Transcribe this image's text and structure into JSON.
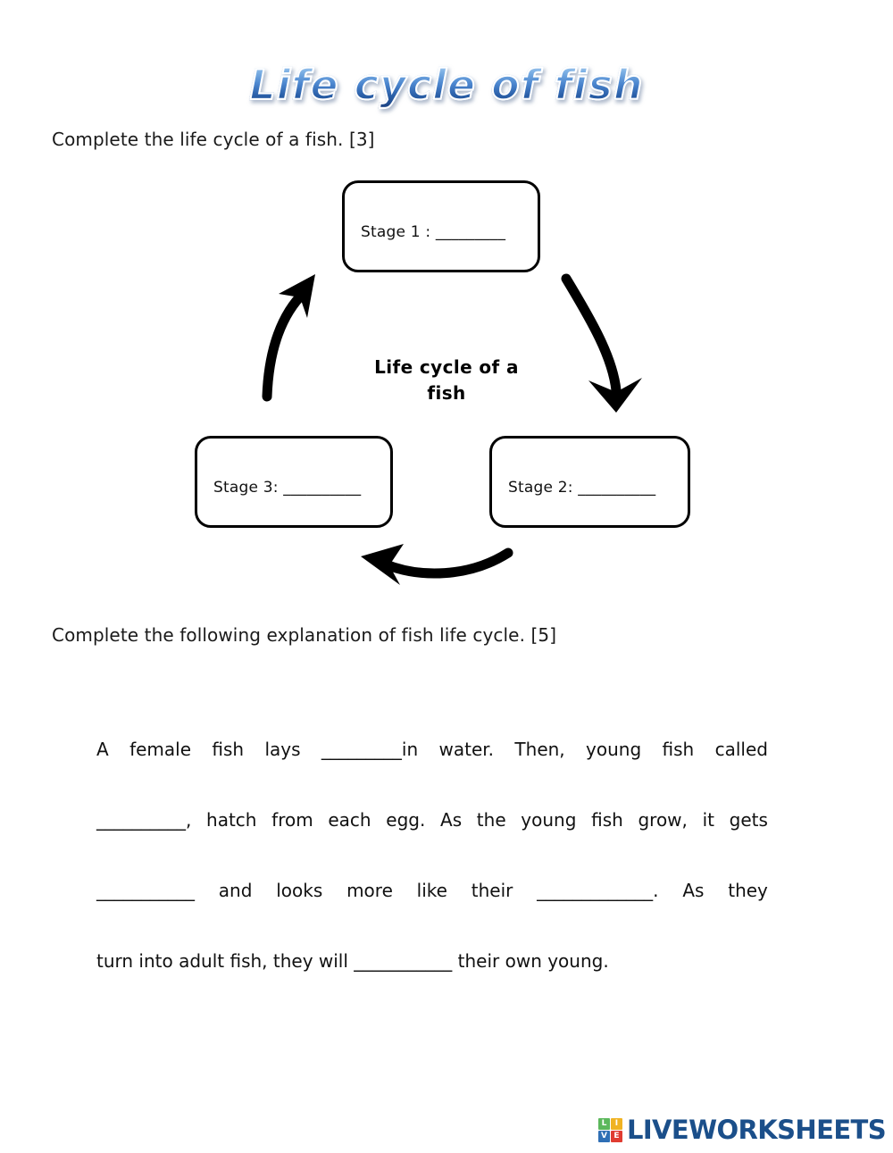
{
  "page": {
    "title": "Life cycle of fish",
    "background_color": "#ffffff"
  },
  "instructions": {
    "first": "Complete the life cycle of a fish. [3]",
    "second": "Complete the following explanation of fish life cycle. [5]"
  },
  "diagram": {
    "center_label_line1": "Life cycle of a",
    "center_label_line2": "fish",
    "stages": [
      {
        "id": "stage-1",
        "label": "Stage 1 : _________"
      },
      {
        "id": "stage-2",
        "label": "Stage 2: __________"
      },
      {
        "id": "stage-3",
        "label": "Stage 3: __________"
      }
    ],
    "arrows": [
      {
        "id": "arrow-stage1-to-stage2",
        "direction": "down-right"
      },
      {
        "id": "arrow-stage2-to-stage3",
        "direction": "left"
      },
      {
        "id": "arrow-stage3-to-stage1",
        "direction": "up-right"
      }
    ],
    "border_color": "#000000"
  },
  "paragraph": {
    "line1": {
      "w1": "A",
      "w2": "female",
      "w3": "fish",
      "w4": "lays",
      "w5": "_________in",
      "w6": "water.",
      "w7": "Then,",
      "w8": "young",
      "w9": "fish",
      "w10": "called"
    },
    "line2": {
      "w1": "__________,",
      "w2": "hatch",
      "w3": "from",
      "w4": "each",
      "w5": "egg.",
      "w6": "As",
      "w7": "the",
      "w8": "young",
      "w9": "fish",
      "w10": "grow,",
      "w11": "it",
      "w12": "gets"
    },
    "line3": {
      "w1": "___________",
      "w2": "and",
      "w3": "looks",
      "w4": "more",
      "w5": "like",
      "w6": "their",
      "w7": "_____________.",
      "w8": "As",
      "w9": "they"
    },
    "line4": {
      "full": "turn into adult fish, they will ___________ their own young."
    }
  },
  "footer": {
    "logo_tiles": [
      {
        "letter": "L",
        "color": "#5cb85c"
      },
      {
        "letter": "I",
        "color": "#f0b323"
      },
      {
        "letter": "V",
        "color": "#2f6fb5"
      },
      {
        "letter": "E",
        "color": "#e03c31"
      }
    ],
    "wordmark": "LIVEWORKSHEETS",
    "wordmark_color": "#1b4f8a"
  }
}
